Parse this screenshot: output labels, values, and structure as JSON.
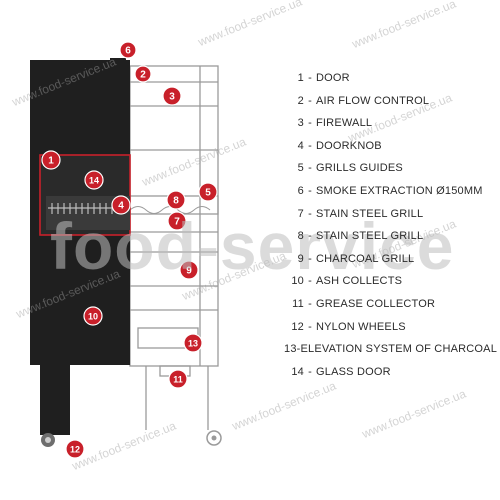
{
  "legend": [
    {
      "num": "1",
      "sep": "-",
      "text": "DOOR"
    },
    {
      "num": "2",
      "sep": "-",
      "text": "AIR FLOW CONTROL"
    },
    {
      "num": "3",
      "sep": "-",
      "text": "FIREWALL"
    },
    {
      "num": "4",
      "sep": "-",
      "text": "DOORKNOB"
    },
    {
      "num": "5",
      "sep": "-",
      "text": "GRILLS GUIDES"
    },
    {
      "num": "6",
      "sep": "-",
      "text": "SMOKE EXTRACTION Ø150MM"
    },
    {
      "num": "7",
      "sep": "-",
      "text": "STAIN STEEL GRILL"
    },
    {
      "num": "8",
      "sep": "-",
      "text": "STAIN STEEL GRILL"
    },
    {
      "num": "9",
      "sep": "-",
      "text": "CHARCOAL GRILL"
    },
    {
      "num": "10",
      "sep": "-",
      "text": "ASH COLLECTS"
    },
    {
      "num": "11",
      "sep": "-",
      "text": "GREASE COLLECTOR"
    },
    {
      "num": "12",
      "sep": "-",
      "text": "NYLON WHEELS"
    },
    {
      "num": "13",
      "sep": "-",
      "text": "ELEVATION SYSTEM OF CHARCOAL"
    },
    {
      "num": "14",
      "sep": "-",
      "text": "GLASS DOOR"
    }
  ],
  "badges": [
    "1",
    "2",
    "3",
    "4",
    "5",
    "6",
    "7",
    "8",
    "9",
    "10",
    "11",
    "12",
    "13",
    "14"
  ],
  "watermark": {
    "small": "www.food-service.ua",
    "big": "food-service"
  },
  "colors": {
    "badge": "#c8202a",
    "oven_body": "#1f1f1f",
    "frame_line": "#9a9a9a",
    "window_outline": "#c8202a"
  }
}
